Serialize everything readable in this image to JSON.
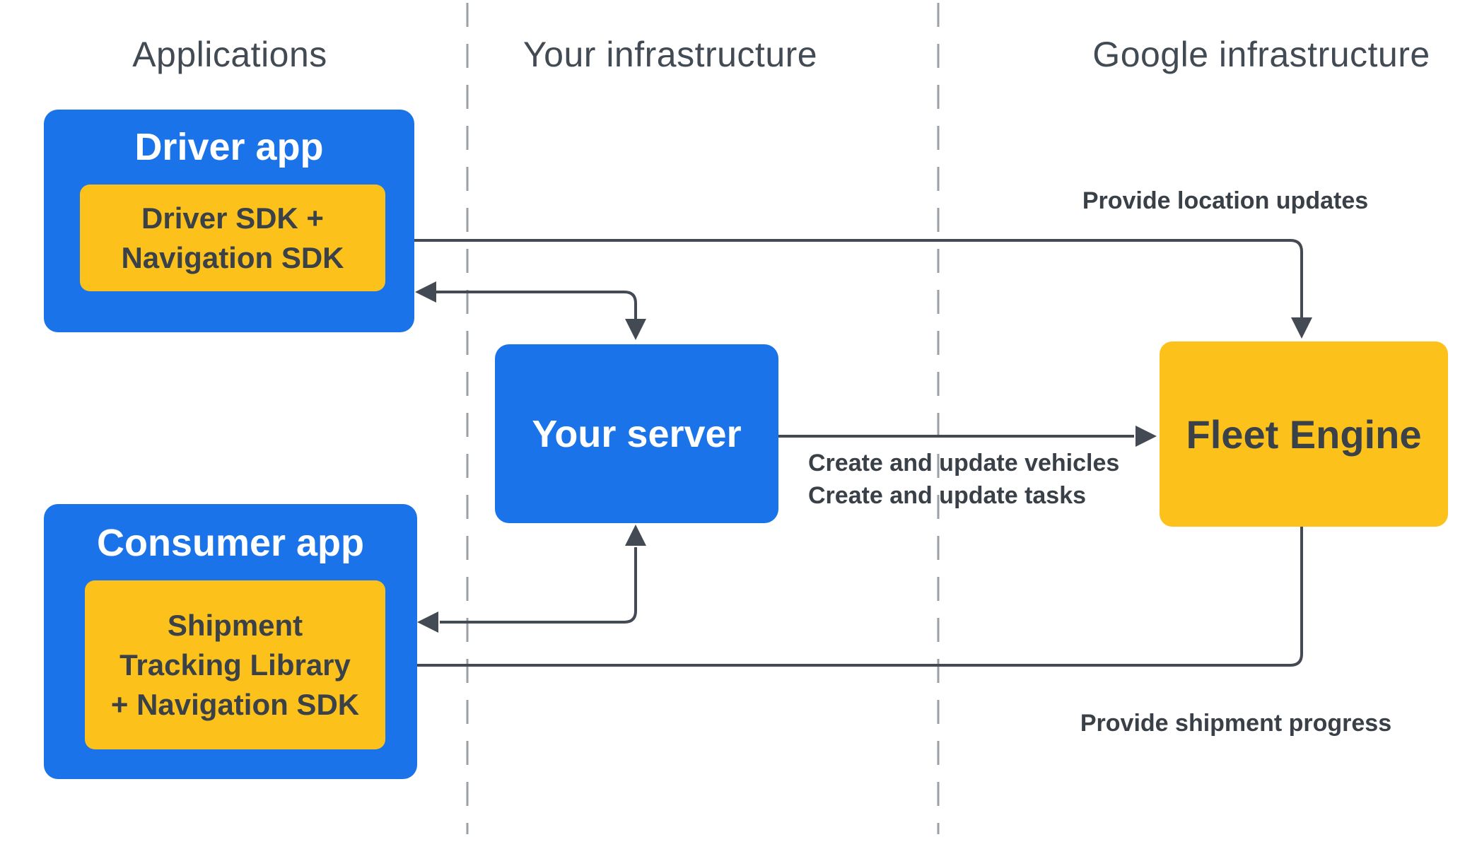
{
  "headers": {
    "applications": "Applications",
    "your_infrastructure": "Your infrastructure",
    "google_infrastructure": "Google infrastructure"
  },
  "nodes": {
    "driver_app": {
      "title": "Driver app"
    },
    "driver_sdk": {
      "lines": [
        "Driver SDK +",
        "Navigation SDK"
      ]
    },
    "consumer_app": {
      "title": "Consumer app"
    },
    "shipment_library": {
      "lines": [
        "Shipment",
        "Tracking Library",
        "+ Navigation SDK"
      ]
    },
    "your_server": {
      "title": "Your server"
    },
    "fleet_engine": {
      "title": "Fleet Engine"
    }
  },
  "edge_labels": {
    "location_updates": "Provide location updates",
    "create_vehicles": "Create and update vehicles",
    "create_tasks": "Create and update tasks",
    "shipment_progress": "Provide shipment progress"
  },
  "colors": {
    "blue": "#1a73e8",
    "yellow": "#fcc21b",
    "dark_text": "#3a4149",
    "white_text": "#ffffff",
    "header_text": "#424a54",
    "label_text": "#3a4047",
    "arrow": "#444a53",
    "dashed_line": "#9aa0a6",
    "background": "#ffffff"
  }
}
